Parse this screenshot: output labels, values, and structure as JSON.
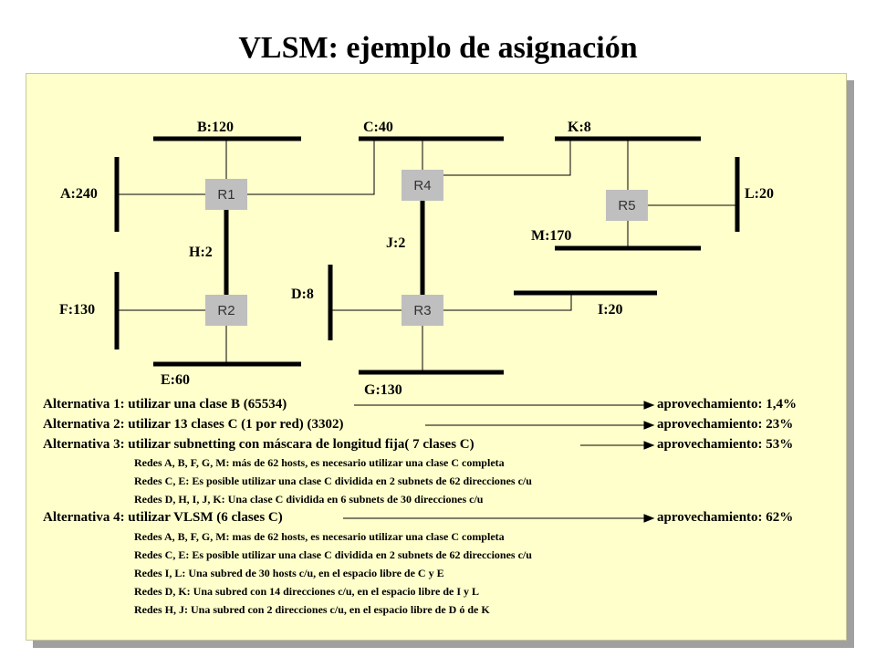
{
  "title": "VLSM: ejemplo de asignación",
  "networks": {
    "A": "A:240",
    "B": "B:120",
    "C": "C:40",
    "K": "K:8",
    "L": "L:20",
    "M": "M:170",
    "H": "H:2",
    "J": "J:2",
    "D": "D:8",
    "F": "F:130",
    "I": "I:20",
    "E": "E:60",
    "G": "G:130"
  },
  "routers": {
    "R1": "R1",
    "R2": "R2",
    "R3": "R3",
    "R4": "R4",
    "R5": "R5"
  },
  "alternatives": [
    {
      "text": "Alternativa 1: utilizar una clase B (65534)",
      "result": "aprovechamiento:  1,4%"
    },
    {
      "text": "Alternativa 2: utilizar 13 clases C (1 por red)  (3302)",
      "result": "aprovechamiento: 23%"
    },
    {
      "text": "Alternativa 3: utilizar subnetting con máscara de longitud fija( 7 clases C)",
      "result": "aprovechamiento: 53%",
      "details": [
        "Redes A, B, F, G, M: más de 62 hosts, es necesario utilizar una clase C completa",
        "Redes C, E: Es posible utilizar una clase C dividida en 2 subnets de 62 direcciones c/u",
        "Redes D, H, I, J, K: Una clase C dividida en 6 subnets de 30 direcciones c/u"
      ]
    },
    {
      "text": "Alternativa 4: utilizar VLSM (6 clases C)",
      "result": "aprovechamiento: 62%",
      "details": [
        "Redes A, B, F, G, M: mas de 62 hosts, es necesario utilizar una clase C completa",
        "Redes C, E: Es posible utilizar una clase C dividida en 2 subnets de 62 direcciones c/u",
        "Redes I, L: Una subred de 30 hosts c/u, en el espacio libre de C y E",
        "Redes D, K: Una subred con 14 direcciones c/u, en el espacio libre de I y L",
        "Redes H, J: Una subred con 2 direcciones c/u, en el espacio libre de D ó de K"
      ]
    }
  ]
}
